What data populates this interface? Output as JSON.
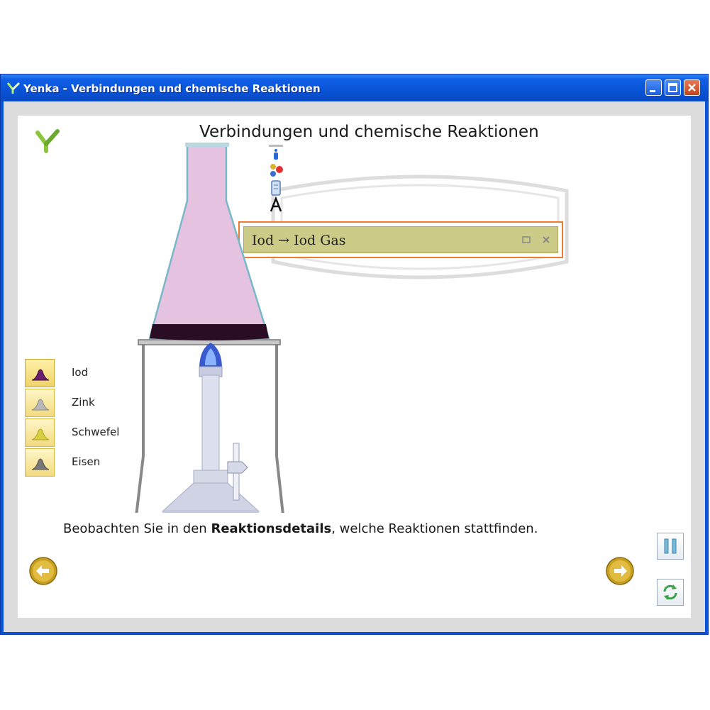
{
  "window": {
    "title": "Yenka - Verbindungen und chemische Reaktionen",
    "controls": [
      "minimize",
      "maximize",
      "close"
    ]
  },
  "page": {
    "title": "Verbindungen und chemische Reaktionen"
  },
  "reaction": {
    "text": "Iod → Iod Gas"
  },
  "substances": [
    {
      "label": "Iod",
      "color": "#6a1e6e"
    },
    {
      "label": "Zink",
      "color": "#b8b8b8"
    },
    {
      "label": "Schwefel",
      "color": "#d8d040"
    },
    {
      "label": "Eisen",
      "color": "#777777"
    }
  ],
  "instruction": {
    "before": "Beobachten Sie in den ",
    "bold": "Reaktionsdetails",
    "after": ", welche Reaktionen stattfinden."
  },
  "tools": [
    {
      "name": "info-icon"
    },
    {
      "name": "molecule-icon"
    },
    {
      "name": "beaker-icon"
    },
    {
      "name": "text-icon"
    }
  ],
  "colors": {
    "flask_gas": "#e4c2e0",
    "flask_solid": "#2a0c24",
    "panel_bg": "#cccc88",
    "panel_border": "#f07a30",
    "nav_button": "#c8a020"
  }
}
